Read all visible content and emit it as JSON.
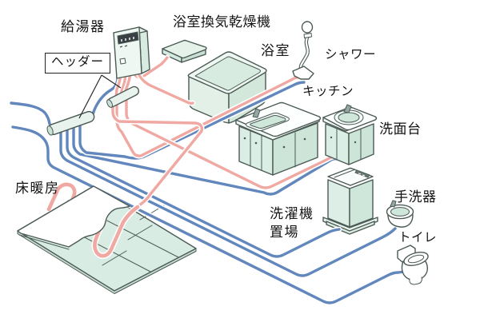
{
  "diagram": {
    "labels": {
      "water_heater": "給湯器",
      "manifold": "ヘッダー",
      "bath_vent_dryer": "浴室換気乾燥機",
      "bathroom": "浴室",
      "shower": "シャワー",
      "kitchen": "キッチン",
      "washstand": "洗面台",
      "floor_heating": "床暖房",
      "washer_space_line1": "洗濯機",
      "washer_space_line2": "置場",
      "hand_washer": "手洗器",
      "toilet": "トイレ"
    },
    "colors": {
      "hot_water_pipe": "#f0a8a2",
      "cold_water_pipe": "#6287bd",
      "fixture_mint": "#dff0e8",
      "fixture_mint_shade": "#cde4d8",
      "outline": "#4b5a55"
    }
  }
}
